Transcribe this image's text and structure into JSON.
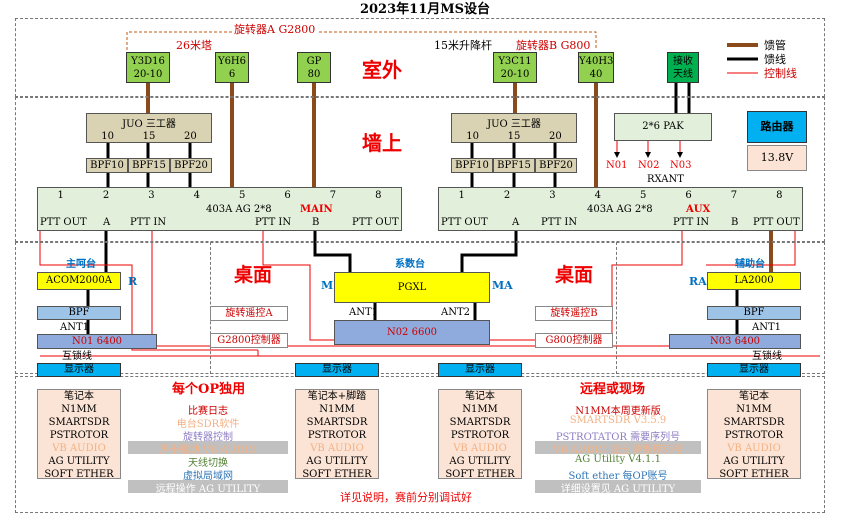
{
  "title": "2023年11月MS设台",
  "zones": {
    "outdoor": "室外",
    "wall": "墙上",
    "desk_left": "桌面",
    "desk_right": "桌面"
  },
  "rotators": {
    "a": "旋转器A G2800",
    "b": "旋转器B G800"
  },
  "towers": {
    "left": "26米塔",
    "right": "15米升降杆"
  },
  "antennas": [
    {
      "name": "Y3D16",
      "band": "20-10"
    },
    {
      "name": "Y6H6",
      "band": "6"
    },
    {
      "name": "GP",
      "band": "80"
    },
    {
      "name": "Y3C11",
      "band": "20-10"
    },
    {
      "name": "Y40H3",
      "band": "40"
    },
    {
      "name": "接收",
      "band": "天线"
    }
  ],
  "legend": {
    "feeder_pipe": "馈管",
    "feeder_line": "馈线",
    "control_line": "控制线",
    "colors": {
      "pipe": "#8b4a1a",
      "line": "#000000",
      "control": "#e00000"
    }
  },
  "router": {
    "label": "路由器",
    "voltage": "13.8V"
  },
  "triplexer": {
    "label": "JUO 三工器",
    "ports": [
      "10",
      "15",
      "20"
    ]
  },
  "bpf": [
    "BPF10",
    "BPF15",
    "BPF20"
  ],
  "pak": {
    "label": "2*6 PAK",
    "outputs": [
      "N01",
      "N02",
      "N03"
    ],
    "rxant": "RXANT"
  },
  "switch_main": {
    "ports": [
      "1",
      "2",
      "3",
      "4",
      "5",
      "6",
      "7",
      "8"
    ],
    "model": "403A  AG 2*8",
    "tag": "MAIN",
    "bottom": [
      "PTT OUT",
      "A",
      "PTT IN",
      "PTT IN",
      "B",
      "PTT OUT"
    ]
  },
  "switch_aux": {
    "ports": [
      "1",
      "2",
      "3",
      "4",
      "5",
      "6",
      "7",
      "8"
    ],
    "model": "403A  AG 2*8",
    "tag": "AUX",
    "bottom": [
      "PTT OUT",
      "A",
      "PTT IN",
      "PTT IN",
      "B",
      "PTT OUT"
    ]
  },
  "main_station": {
    "label": "主呵台",
    "amp": "ACOM2000A",
    "side": "R",
    "bpf": "BPF",
    "ant": "ANT1",
    "radio": "N01  6400",
    "link": "互锁线"
  },
  "sys_station": {
    "label": "系数台",
    "amp": "PGXL",
    "left": "M",
    "right": "MA",
    "ant1": "ANT1",
    "ant2": "ANT2",
    "radio": "N02  6600"
  },
  "aux_station": {
    "label": "辅助台",
    "amp": "LA2000",
    "side": "RA",
    "bpf": "BPF",
    "ant": "ANT1",
    "radio": "N03  6400",
    "link": "互锁线"
  },
  "controls": {
    "rot_a_remote": "旋转遥控A",
    "g2800": "G2800控制器",
    "rot_b_remote": "旋转遥控B",
    "g800": "G800控制器"
  },
  "display": "显示器",
  "laptops": [
    {
      "title": "笔记本",
      "items": [
        "N1MM",
        "SMARTSDR",
        "PSTROTOR",
        "VB AUDIO",
        "AG UTILITY",
        "SOFT ETHER"
      ]
    },
    {
      "title": "笔记本+脚踏",
      "items": [
        "N1MM",
        "SMARTSDR",
        "PSTROTOR",
        "VB AUDIO",
        "AG UTILITY",
        "SOFT ETHER"
      ]
    },
    {
      "title": "笔记本",
      "items": [
        "N1MM",
        "SMARTSDR",
        "PSTROTOR",
        "VB AUDIO",
        "AG UTILITY",
        "SOFT ETHER"
      ]
    },
    {
      "title": "笔记本",
      "items": [
        "N1MM",
        "SMARTSDR",
        "PSTROTOR",
        "VB AUDIO",
        "AG UTILITY",
        "SOFT ETHER"
      ]
    }
  ],
  "notes_left": {
    "heading": "每个OP独用",
    "lines": [
      "比赛日志",
      "电台SDR软件",
      "旋转器控制",
      "声卡驱动 VB AUDIO",
      "天线切换",
      "虚拟局域网",
      "远程操作 AG UTILITY"
    ]
  },
  "notes_right": {
    "heading": "远程或现场",
    "lines": [
      "N1MM本周更新版",
      "SMARTSDR V3.5.9",
      "PSTROTATOR 需要序列号",
      "VB AUDIO 注册 需要序列号",
      "AG Utility V4.1.1",
      "Soft ether 每OP账号",
      "详细设置见 AG UTILITY"
    ]
  },
  "footer": "详见说明，赛前分别调试好"
}
